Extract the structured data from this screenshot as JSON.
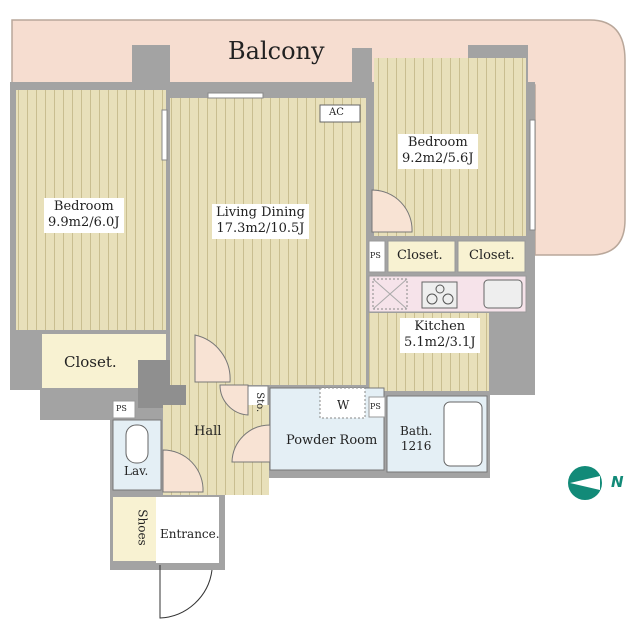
{
  "plan": {
    "balcony": "Balcony",
    "ac": "AC",
    "bedroom_left": {
      "name": "Bedroom",
      "area": "9.9m2/6.0J"
    },
    "living": {
      "name": "Living Dining",
      "area": "17.3m2/10.5J"
    },
    "bedroom_right": {
      "name": "Bedroom",
      "area": "9.2m2/5.6J"
    },
    "kitchen": {
      "name": "Kitchen",
      "area": "5.1m2/3.1J"
    },
    "closet_left": "Closet.",
    "closet_right1": "Closet.",
    "closet_right2": "Closet.",
    "ps1": "PS",
    "ps2": "PS",
    "ps3": "PS",
    "storage": "Sto.",
    "washer": "W",
    "powder_room": "Powder Room",
    "bath": {
      "name": "Bath.",
      "size": "1216"
    },
    "hall": "Hall",
    "lav": "Lav.",
    "shoes": "Shoes",
    "entrance": "Entrance."
  },
  "compass": {
    "label": "N"
  },
  "colors": {
    "balcony": "#f6ddd0",
    "floor": "#e8e0ba",
    "closet": "#f8f2d2",
    "wall": "#a3a3a3",
    "wet": "#e4eff5",
    "kitchen_counter": "#f6e3ea",
    "compass": "#128a78"
  }
}
